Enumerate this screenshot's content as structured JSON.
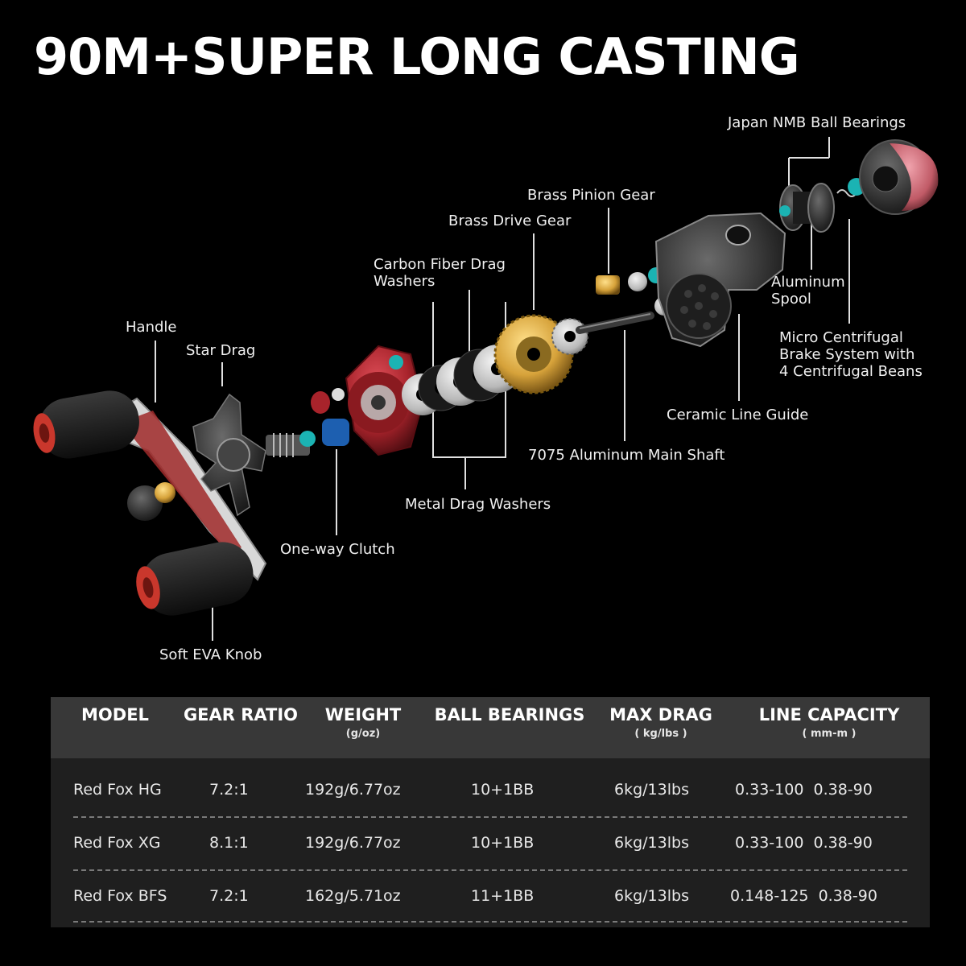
{
  "headline": "90M+SUPER LONG CASTING",
  "callouts": {
    "handle": "Handle",
    "star_drag": "Star Drag",
    "carbon_fiber_drag_washers": [
      "Carbon Fiber Drag",
      "Washers"
    ],
    "brass_drive_gear": "Brass Drive Gear",
    "brass_pinion_gear": "Brass Pinion Gear",
    "japan_nmb_ball_bearings": "Japan NMB Ball Bearings",
    "aluminum_spool": [
      "Aluminum",
      "Spool"
    ],
    "micro_centrifugal_brake": [
      "Micro Centrifugal",
      "Brake System with",
      "4 Centrifugal Beans"
    ],
    "ceramic_line_guide": "Ceramic Line Guide",
    "aluminum_main_shaft": "7075 Aluminum Main Shaft",
    "metal_drag_washers": "Metal Drag Washers",
    "one_way_clutch": "One-way Clutch",
    "soft_eva_knob": "Soft EVA Knob"
  },
  "colors": {
    "background": "#000000",
    "reel_red": "#a8232b",
    "bearing_teal": "#1bb3b3",
    "brass": "#d6a23a",
    "table_header_bg": "#383838",
    "table_body_bg": "#1f1f1f"
  },
  "spec_table": {
    "headers": [
      {
        "label": "MODEL",
        "unit": ""
      },
      {
        "label": "GEAR RATIO",
        "unit": ""
      },
      {
        "label": "WEIGHT",
        "unit": "(g/oz)"
      },
      {
        "label": "BALL BEARINGS",
        "unit": ""
      },
      {
        "label": "MAX DRAG",
        "unit": "( kg/lbs )"
      },
      {
        "label": "LINE CAPACITY",
        "unit": "( mm-m )"
      }
    ],
    "rows": [
      [
        "Red Fox HG",
        "7.2:1",
        "192g/6.77oz",
        "10+1BB",
        "6kg/13lbs",
        "0.33-100  0.38-90"
      ],
      [
        "Red Fox XG",
        "8.1:1",
        "192g/6.77oz",
        "10+1BB",
        "6kg/13lbs",
        "0.33-100  0.38-90"
      ],
      [
        "Red Fox BFS",
        "7.2:1",
        "162g/5.71oz",
        "11+1BB",
        "6kg/13lbs",
        "0.148-125  0.38-90"
      ]
    ]
  }
}
